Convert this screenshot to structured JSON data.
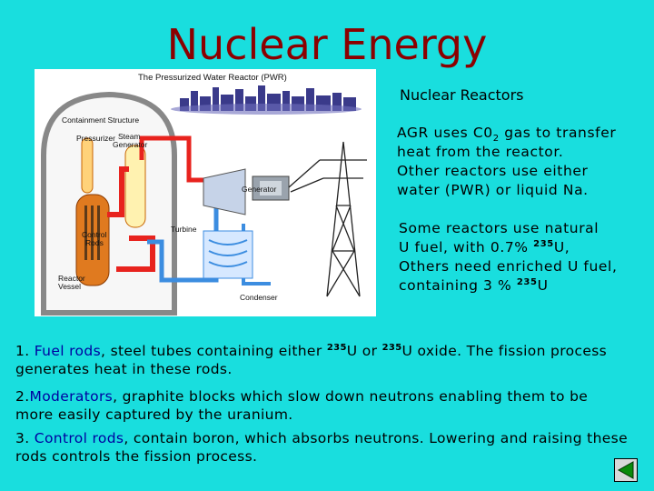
{
  "slide": {
    "title": "Nuclear Energy"
  },
  "diagram": {
    "title": "The Pressurized Water Reactor (PWR)",
    "labels": {
      "containment": "Containment Structure",
      "pressurizer": "Pressurizer",
      "steam_gen_1": "Steam",
      "steam_gen_2": "Generator",
      "generator": "Generator",
      "turbine": "Turbine",
      "control_rods_1": "Control",
      "control_rods_2": "Rods",
      "reactor_vessel_1": "Reactor",
      "reactor_vessel_2": "Vessel",
      "condenser": "Condenser"
    },
    "colors": {
      "hot_loop": "#e8231e",
      "cool_loop": "#3c8de0",
      "reactor": "#e07a1f"
    }
  },
  "reactors": {
    "heading": "Nuclear Reactors",
    "agr": {
      "l1a": "AGR uses C0",
      "l1sub": "2",
      "l1b": " gas to transfer",
      "l2": "heat from the reactor.",
      "l3": "Other reactors use either",
      "l4": "water (PWR) or liquid Na."
    },
    "fuel": {
      "l1": "Some reactors use natural",
      "l2a": "U fuel, with 0.7% ",
      "l2sup": "235",
      "l2b": "U,",
      "l3": "Others need enriched U fuel,",
      "l4a": "containing 3 % ",
      "l4sup": "235",
      "l4b": "U"
    }
  },
  "points": [
    {
      "num": "1. ",
      "term": "Fuel rods",
      "t1": ", steel tubes containing either ",
      "sup1": "235",
      "t2": "U or ",
      "sup2": "235",
      "t3": "U oxide. The fission process",
      "line2": "generates heat in these rods."
    },
    {
      "num": "2.",
      "term": "Moderators",
      "t1": ", graphite blocks which slow down neutrons enabling them to be",
      "line2": "more easily captured by the uranium."
    },
    {
      "num": "3. ",
      "term": "Control rods",
      "t1": ", contain boron, which absorbs neutrons. Lowering and raising these",
      "line2": "rods controls the fission process."
    }
  ],
  "nav": {
    "icon": "back-triangle-icon"
  }
}
